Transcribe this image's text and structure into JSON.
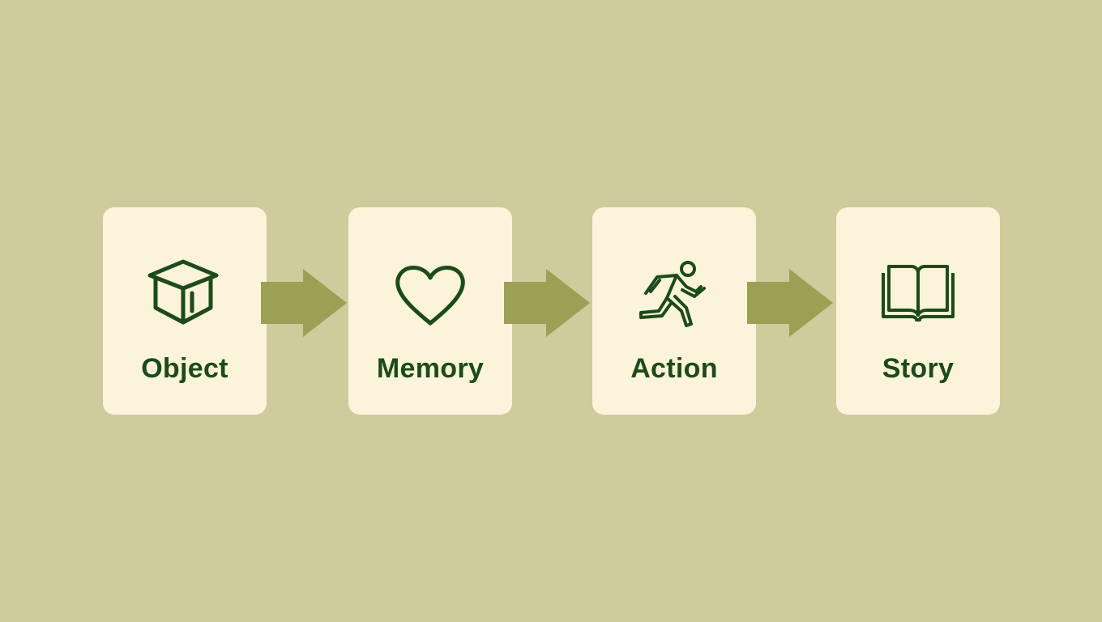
{
  "diagram": {
    "type": "flow",
    "colors": {
      "background": "#cecb9d",
      "card": "#fbf3da",
      "text": "#1d4a1a",
      "icon": "#1d4a1a",
      "arrow": "#9ba055"
    },
    "steps": [
      {
        "label": "Object",
        "icon": "box-icon"
      },
      {
        "label": "Memory",
        "icon": "heart-icon"
      },
      {
        "label": "Action",
        "icon": "running-person-icon"
      },
      {
        "label": "Story",
        "icon": "open-book-icon"
      }
    ],
    "arrows": 3
  }
}
